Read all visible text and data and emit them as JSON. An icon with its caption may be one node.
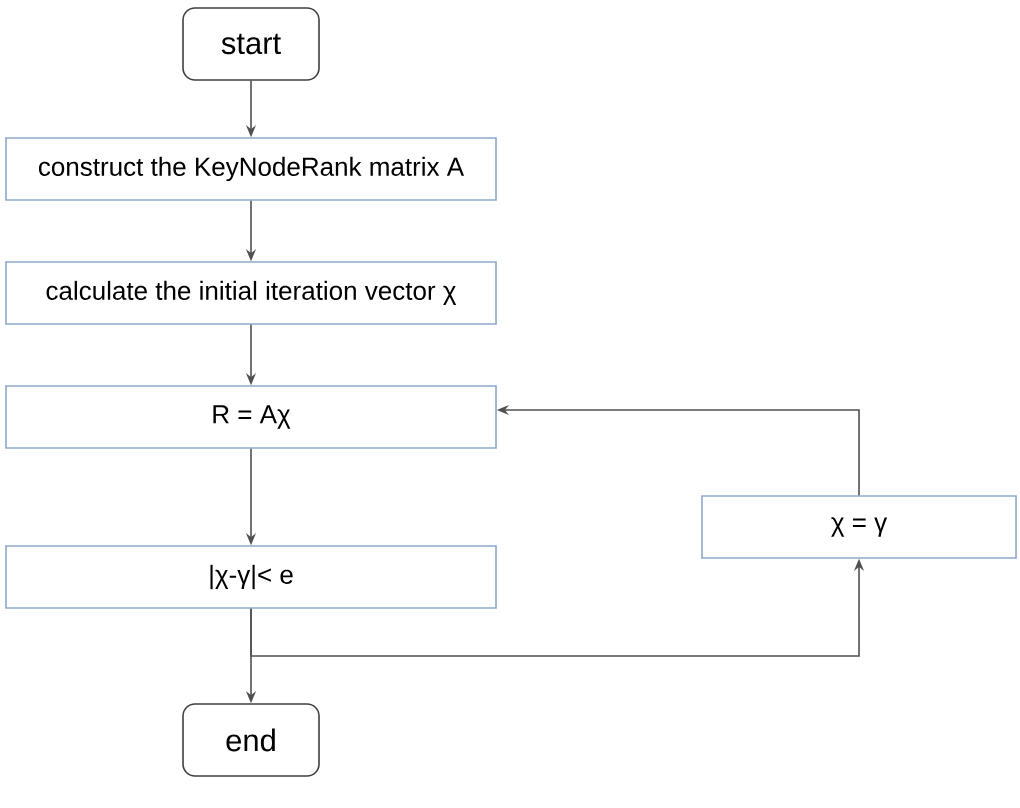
{
  "diagram": {
    "nodes": [
      {
        "text": [
          "start"
        ]
      },
      {
        "text": [
          "construct the KeyNodeRank matrix A"
        ]
      },
      {
        "text": [
          "calculate the initial iteration vector χ"
        ]
      },
      {
        "text": [
          "R = Aχ"
        ]
      },
      {
        "text": [
          "χ = γ"
        ]
      },
      {
        "text": [
          "|χ-γ|< e"
        ]
      },
      {
        "text": [
          "end"
        ]
      }
    ],
    "edges": [
      {
        "from": 0,
        "to": 1,
        "arrow": "to"
      },
      {
        "from": 1,
        "to": 2,
        "arrow": "to"
      },
      {
        "from": 2,
        "to": 3,
        "arrow": "to"
      },
      {
        "from": 3,
        "to": 5,
        "arrow": "to"
      },
      {
        "from": 5,
        "to": 6,
        "arrow": "to"
      },
      {
        "from": 5,
        "to": 4,
        "arrow": "to"
      },
      {
        "from": 4,
        "to": 3,
        "arrow": "to"
      }
    ]
  }
}
